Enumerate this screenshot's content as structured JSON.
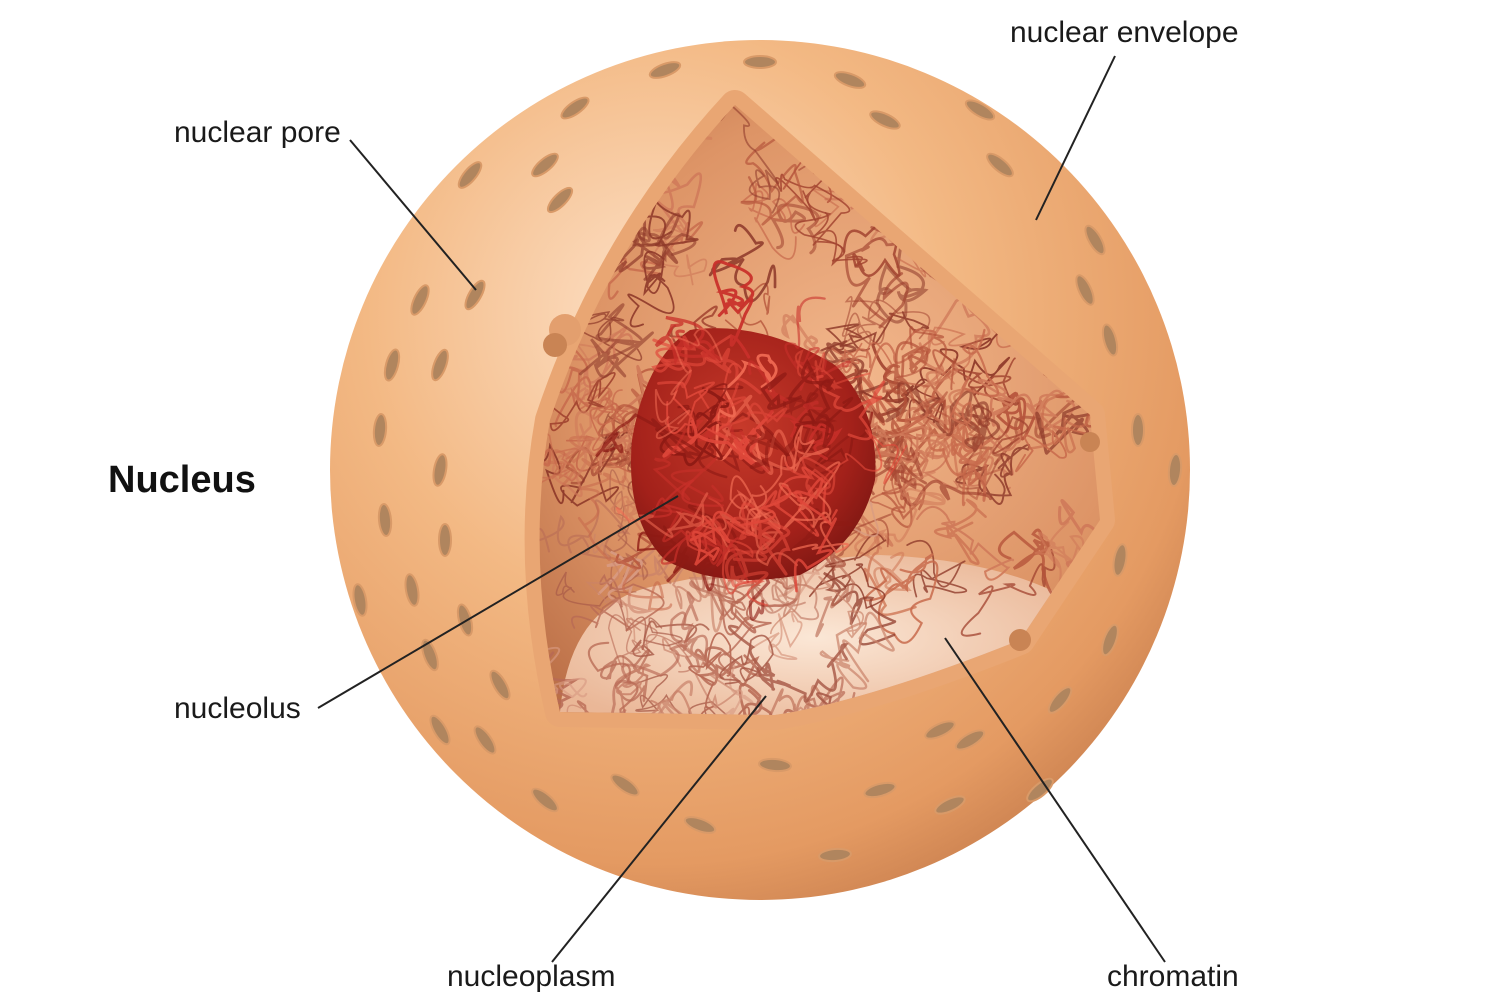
{
  "title": "Nucleus",
  "labels": {
    "nuclear_envelope": "nuclear envelope",
    "nuclear_pore": "nuclear pore",
    "nucleolus": "nucleolus",
    "nucleoplasm": "nucleoplasm",
    "chromatin": "chromatin"
  },
  "colors": {
    "envelope": "#f0b27e",
    "envelope_dark": "#c97f4e",
    "pore": "#b0855e",
    "nucleoplasm": "#f5d2b8",
    "nucleolus": "#a8221b",
    "chromatin": "#b04a30",
    "leader_line": "#222222"
  }
}
